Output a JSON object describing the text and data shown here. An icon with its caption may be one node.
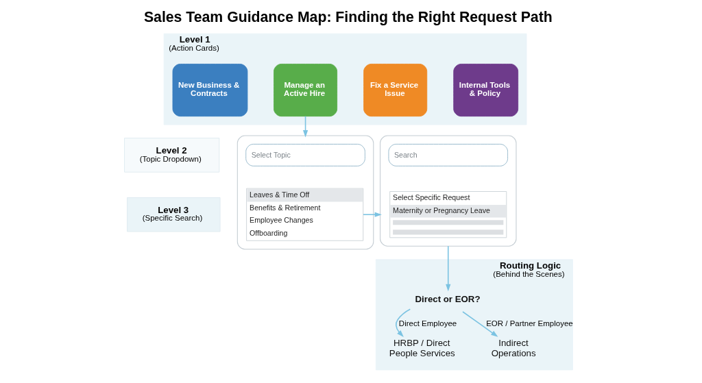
{
  "diagram": {
    "title": "Sales Team Guidance Map: Finding the Right Request Path",
    "nodes": [
      {
        "text": [
          "Level 1",
          "(Action Cards)"
        ]
      },
      {
        "text": [
          "New Business & Contracts"
        ],
        "in": 0
      },
      {
        "text": [
          "Manage an Active Hire"
        ],
        "in": 0
      },
      {
        "text": [
          "Fix a Service Issue"
        ],
        "in": 0
      },
      {
        "text": [
          "Internal Tools & Policy"
        ],
        "in": 0
      },
      {
        "text": [
          "Level 2",
          "(Topic Dropdown)"
        ]
      },
      {
        "text": [],
        "shape": "box"
      },
      {
        "text": [
          "Select Topic"
        ],
        "in": 6
      },
      {
        "text": [
          "Leaves & Time Off",
          "Benefits & Retirement",
          "Employee Changes",
          "Offboarding"
        ],
        "in": 6
      },
      {
        "text": [],
        "shape": "box"
      },
      {
        "text": [
          "Search"
        ],
        "in": 9
      },
      {
        "text": [
          "Select Specific Request",
          "Maternity or Pregnancy Leave"
        ],
        "in": 9
      },
      {
        "text": [
          "Level 3",
          "(Specific Search)"
        ]
      },
      {
        "text": [
          "Routing Logic",
          "(Behind the Scenes)"
        ]
      },
      {
        "text": [
          "Direct or EOR?"
        ],
        "in": 13
      },
      {
        "text": [
          "HRBP / Direct People Services"
        ],
        "in": 13
      },
      {
        "text": [
          "Indirect Operations"
        ],
        "in": 13
      }
    ],
    "edges": [
      {
        "from": 2,
        "to": 6,
        "arrow": "to"
      },
      {
        "from": 8,
        "to": 9,
        "arrow": "to"
      },
      {
        "from": 9,
        "to": 14,
        "arrow": "to"
      },
      {
        "from": 14,
        "to": 15,
        "arrow": "to",
        "label": "Direct Employee"
      },
      {
        "from": 14,
        "to": 16,
        "arrow": "to",
        "label": "EOR / Partner Employee"
      }
    ]
  }
}
